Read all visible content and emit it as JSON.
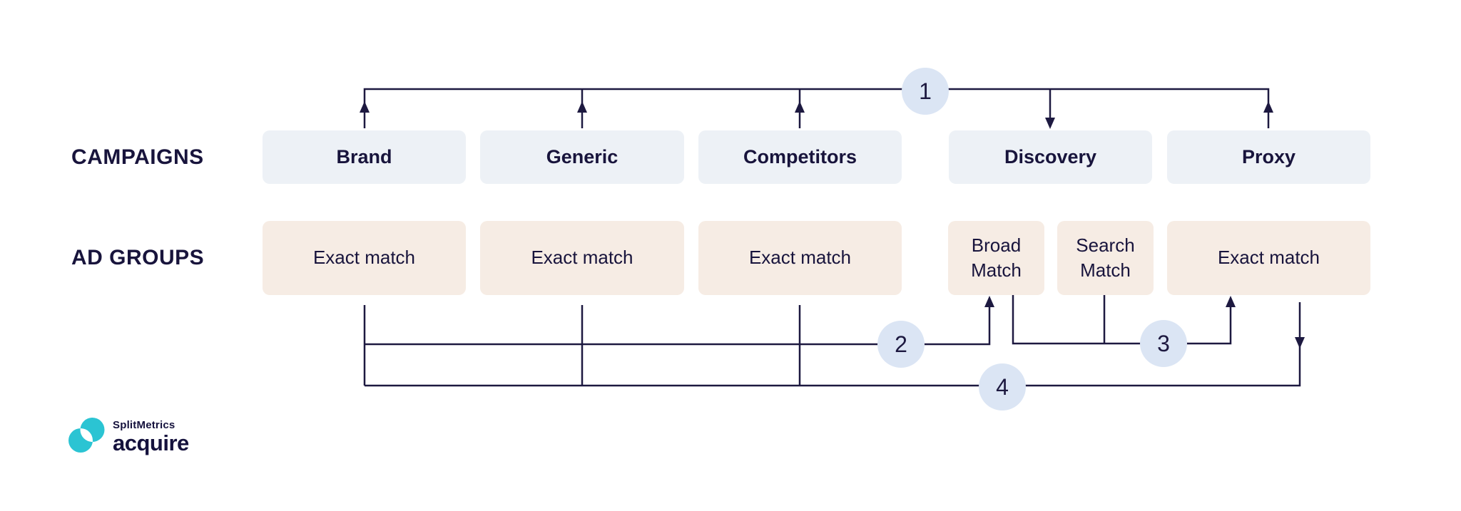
{
  "row_labels": {
    "campaigns": "CAMPAIGNS",
    "ad_groups": "AD GROUPS"
  },
  "campaigns": {
    "items": [
      {
        "label": "Brand"
      },
      {
        "label": "Generic"
      },
      {
        "label": "Competitors"
      },
      {
        "label": "Discovery"
      },
      {
        "label": "Proxy"
      }
    ]
  },
  "ad_groups": {
    "items": [
      {
        "label": "Exact match"
      },
      {
        "label": "Exact match"
      },
      {
        "label": "Exact match"
      },
      {
        "label": "Broad Match"
      },
      {
        "label": "Search Match"
      },
      {
        "label": "Exact match"
      }
    ]
  },
  "flow_badges": {
    "items": [
      "1",
      "2",
      "3",
      "4"
    ]
  },
  "logo": {
    "company": "SplitMetrics",
    "product": "acquire"
  },
  "colors": {
    "ink": "#1d1940",
    "text_navy": "#18143c",
    "campaign_box_bg": "#edf1f6",
    "ad_group_box_bg": "#f6ece4",
    "badge_bg": "#dbe5f4",
    "logo_teal": "#2bc4d3",
    "background": "#ffffff"
  }
}
